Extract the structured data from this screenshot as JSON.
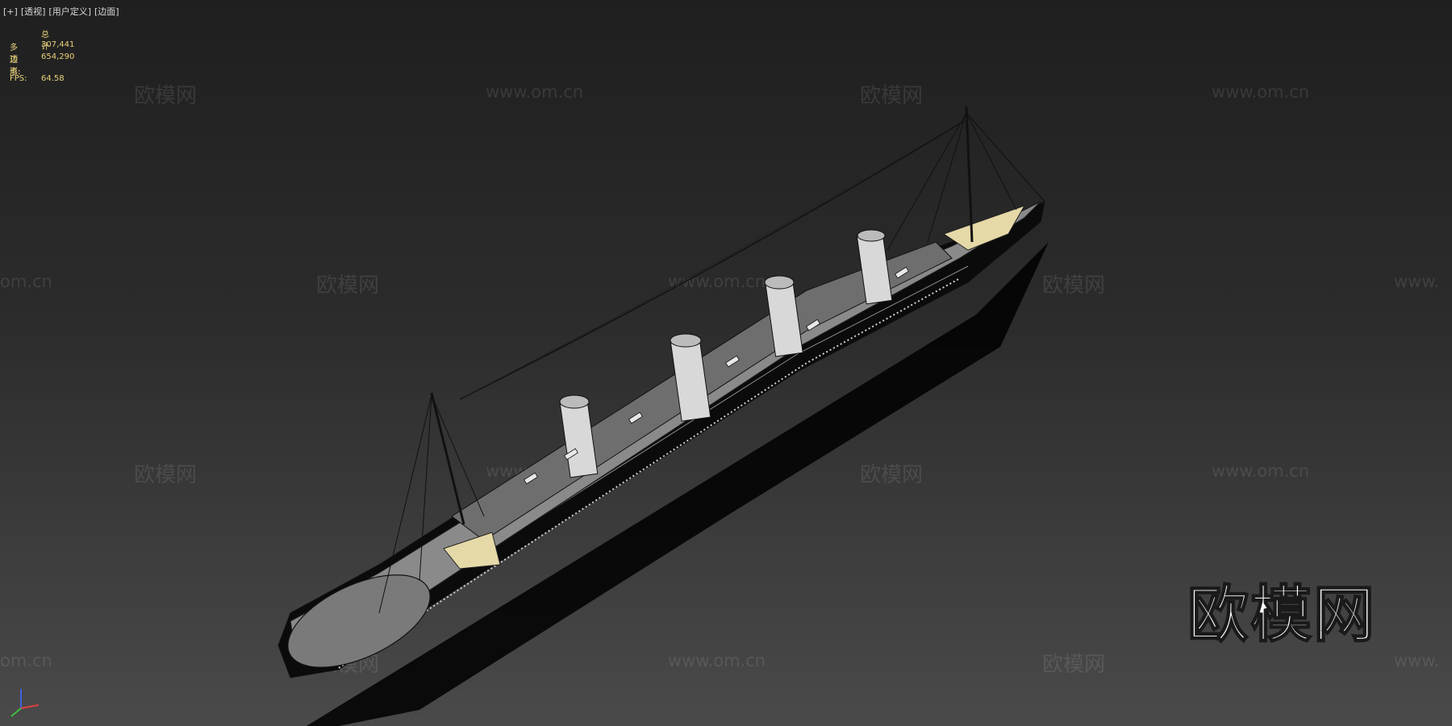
{
  "viewport": {
    "menu": {
      "plus": "[+]",
      "view": "[透视]",
      "camera": "[用户定义]",
      "shading": "[边面]"
    },
    "stats": {
      "header": "总计",
      "polygons_label": "多边形:",
      "polygons_value": "307,441",
      "vertices_label": "顶点:",
      "vertices_value": "654,290",
      "fps_label": "FPS:",
      "fps_value": "64.58"
    }
  },
  "watermarks": {
    "brand": "欧模网",
    "url": "www.om.cn",
    "url_fragment_left": "om.cn",
    "url_fragment_right": "www."
  },
  "scene": {
    "object": "ship-model",
    "display_mode": "edged-faces"
  },
  "colors": {
    "stats_text": "#e8d27a",
    "menu_text": "#d8d8d8",
    "axis_x": "#e04040",
    "axis_y": "#40c040",
    "axis_z": "#4060e0",
    "deck_highlight": "#e6d9a8"
  }
}
